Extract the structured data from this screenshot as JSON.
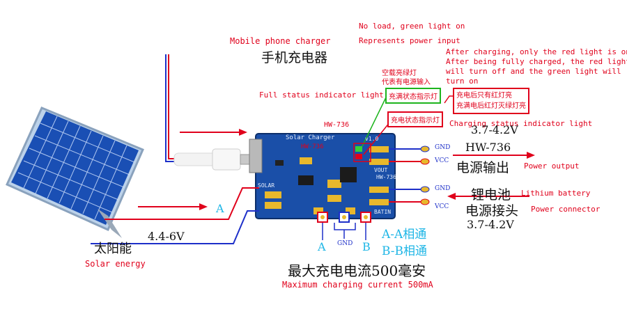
{
  "top_notes": {
    "no_load_line1": "No load, green light on",
    "no_load_line2": "Represents power input",
    "after_charging_line1": "After charging, only the red light is on",
    "after_charging_line2": "After being fully charged, the red light",
    "after_charging_line3": "will turn off and the green light will",
    "after_charging_line4": "turn on"
  },
  "charger": {
    "label_en": "Mobile phone charger",
    "label_cn": "手机充电器"
  },
  "indicators": {
    "cn_green_note_1": "空载亮绿灯",
    "cn_green_note_2": "代表有电源输入",
    "full_label_en": "Full status indicator light",
    "full_label_cn": "充满状态指示灯",
    "charging_label_cn": "充电状态指示灯",
    "charging_label_en": "Charging status indicator light",
    "red_box_line1": "充电后只有红灯亮",
    "red_box_line2": "充满电后红灯灭绿灯亮"
  },
  "board": {
    "model_label": "HW-736",
    "silk_title": "Solar  Charger",
    "silk_model": "HW-736",
    "silk_model2": "HW-736",
    "silk_solar": "SOLAR",
    "silk_batin": "BATIN",
    "silk_vout": "VOUT",
    "silk_ver": "v1.0"
  },
  "output": {
    "voltage": "3.7-4.2V",
    "model": "HW-736",
    "label_cn": "电源输出",
    "label_en": "Power output",
    "gnd": "GND",
    "vcc": "VCC"
  },
  "battery": {
    "label_cn": "锂电池",
    "label_en": "Lithium battery",
    "connector_cn": "电源接头",
    "connector_en": "Power connector",
    "voltage": "3.7-4.2V",
    "gnd": "GND",
    "vcc": "VCC"
  },
  "solar": {
    "label_cn": "太阳能",
    "voltage": "4.4-6V",
    "label_en": "Solar energy"
  },
  "bottom": {
    "pad_a": "A",
    "pad_gnd": "GND",
    "pad_b": "B",
    "aa_note": "A-A相通",
    "bb_note": "B-B相通",
    "wire_a": "A",
    "max_current_cn": "最大充电电流500毫安",
    "max_current_en": "Maximum charging current 500mA"
  },
  "colors": {
    "board_blue": "#1a4fa8",
    "wire_red": "#e0001b",
    "wire_blue": "#1d2fc9",
    "label_blue": "#1fb6e6",
    "led_green": "#1db41d"
  }
}
